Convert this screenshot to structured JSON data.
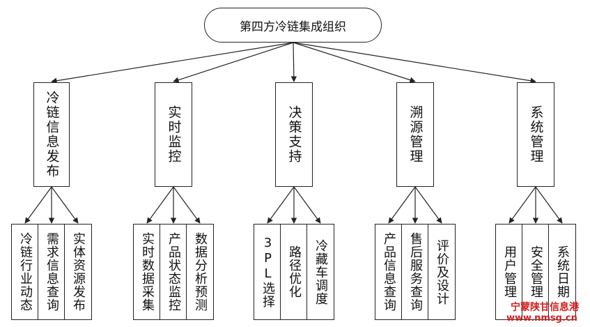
{
  "root": "第四方冷链集成组织",
  "categories": [
    {
      "label": "冷链信息发布",
      "children": [
        "冷链行业动态",
        "需求信息查询",
        "实体资源发布"
      ]
    },
    {
      "label": "实时监控",
      "children": [
        "实时数据采集",
        "产品状态监控",
        "数据分析预测"
      ]
    },
    {
      "label": "决策支持",
      "children": [
        "3PL选择",
        "路径优化",
        "冷藏车调度"
      ]
    },
    {
      "label": "溯源管理",
      "children": [
        "产品信息查询",
        "售后服务查询",
        "评价及设计"
      ]
    },
    {
      "label": "系统管理",
      "children": [
        "用户管理",
        "安全管理",
        "系统日期"
      ]
    }
  ],
  "watermark": {
    "line1": "宁蒙陕甘信息港",
    "line2": "www.nmsg.cn"
  }
}
